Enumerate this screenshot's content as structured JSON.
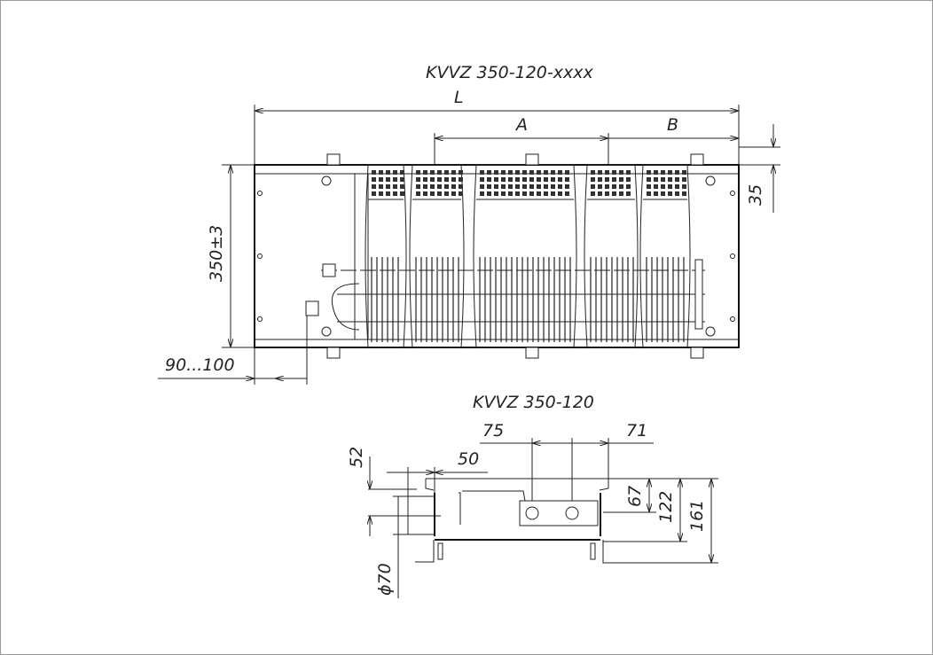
{
  "top_view": {
    "title": "KVVZ 350-120-xxxx",
    "dim_length": "L",
    "dim_a": "A",
    "dim_b": "B",
    "dim_grille": "35",
    "dim_width": "350±3",
    "dim_offset": "90...100"
  },
  "section_view": {
    "title": "KVVZ 350-120",
    "dim_75": "75",
    "dim_71": "71",
    "dim_52": "52",
    "dim_50": "50",
    "dim_67": "67",
    "dim_122": "122",
    "dim_161": "161",
    "dim_pipe": "ϕ70"
  }
}
